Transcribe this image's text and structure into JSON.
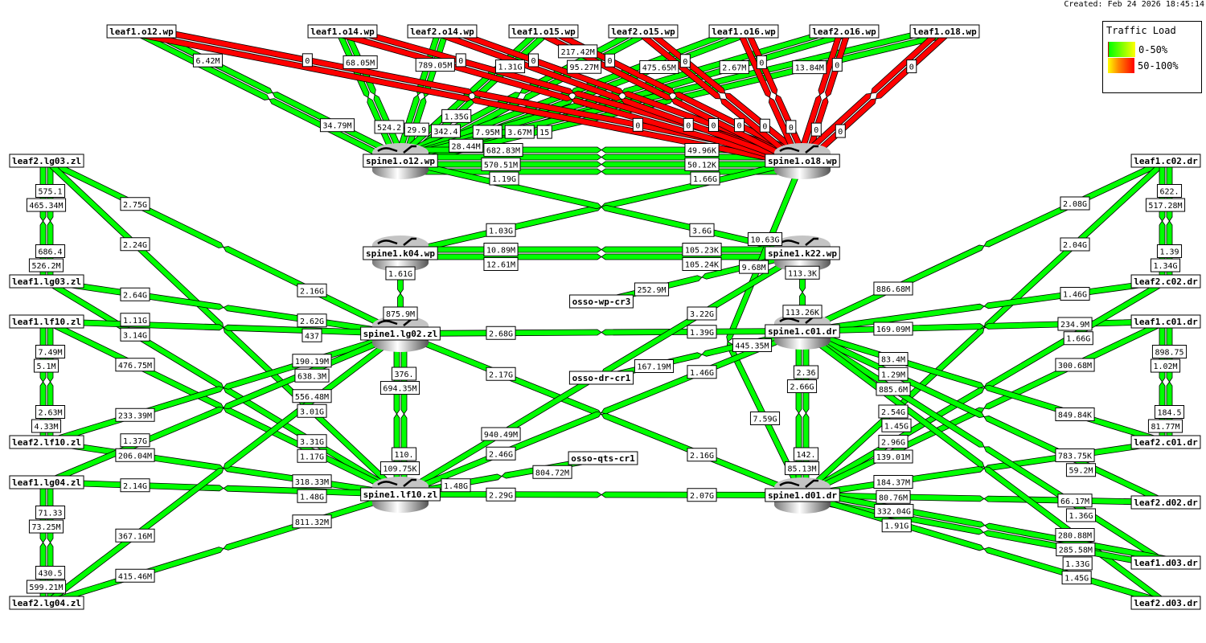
{
  "created": "Created: Feb 24 2026 18:45:14",
  "legend": {
    "title": "Traffic Load",
    "items": [
      {
        "label": "0-50%",
        "color": "#00ff00"
      },
      {
        "label": "50-100%",
        "color": "#ff0000"
      }
    ]
  },
  "colors": {
    "low": "#00ff00",
    "high": "#ff0000"
  },
  "nodes": [
    {
      "id": "leaf1.o12.wp",
      "kind": "box"
    },
    {
      "id": "leaf1.o14.wp",
      "kind": "box"
    },
    {
      "id": "leaf2.o14.wp",
      "kind": "box"
    },
    {
      "id": "leaf1.o15.wp",
      "kind": "box"
    },
    {
      "id": "leaf2.o15.wp",
      "kind": "box"
    },
    {
      "id": "leaf1.o16.wp",
      "kind": "box"
    },
    {
      "id": "leaf2.o16.wp",
      "kind": "box"
    },
    {
      "id": "leaf1.o18.wp",
      "kind": "box"
    },
    {
      "id": "spine1.o12.wp",
      "kind": "router"
    },
    {
      "id": "spine1.o18.wp",
      "kind": "router"
    },
    {
      "id": "spine1.k04.wp",
      "kind": "router"
    },
    {
      "id": "spine1.k22.wp",
      "kind": "router"
    },
    {
      "id": "spine1.lg02.zl",
      "kind": "router"
    },
    {
      "id": "spine1.c01.dr",
      "kind": "router"
    },
    {
      "id": "spine1.lf10.zl",
      "kind": "router"
    },
    {
      "id": "spine1.d01.dr",
      "kind": "router"
    },
    {
      "id": "leaf2.lg03.zl",
      "kind": "box"
    },
    {
      "id": "leaf1.lg03.zl",
      "kind": "box"
    },
    {
      "id": "leaf1.lf10.zl",
      "kind": "box"
    },
    {
      "id": "leaf2.lf10.zl",
      "kind": "box"
    },
    {
      "id": "leaf1.lg04.zl",
      "kind": "box"
    },
    {
      "id": "leaf2.lg04.zl",
      "kind": "box"
    },
    {
      "id": "leaf1.c02.dr",
      "kind": "box"
    },
    {
      "id": "leaf2.c02.dr",
      "kind": "box"
    },
    {
      "id": "leaf1.c01.dr",
      "kind": "box"
    },
    {
      "id": "leaf2.c01.dr",
      "kind": "box"
    },
    {
      "id": "leaf2.d02.dr",
      "kind": "box"
    },
    {
      "id": "leaf1.d03.dr",
      "kind": "box"
    },
    {
      "id": "leaf2.d03.dr",
      "kind": "box"
    },
    {
      "id": "osso-wp-cr3",
      "kind": "box"
    },
    {
      "id": "osso-dr-cr1",
      "kind": "box"
    },
    {
      "id": "osso-qts-cr1",
      "kind": "box"
    }
  ],
  "links": [
    {
      "from": "leaf1.o12.wp",
      "to": "spine1.o12.wp",
      "load": "low",
      "labels": [
        "6.42M",
        "34.79M"
      ]
    },
    {
      "from": "leaf1.o12.wp",
      "to": "spine1.o12.wp",
      "load": "low",
      "labels": [
        null,
        null
      ]
    },
    {
      "from": "leaf1.o14.wp",
      "to": "spine1.o12.wp",
      "load": "low",
      "labels": [
        "68.05M",
        "524.2"
      ]
    },
    {
      "from": "leaf1.o14.wp",
      "to": "spine1.o12.wp",
      "load": "low",
      "labels": [
        null,
        null
      ]
    },
    {
      "from": "leaf2.o14.wp",
      "to": "spine1.o12.wp",
      "load": "low",
      "labels": [
        "789.05M",
        "29.9"
      ]
    },
    {
      "from": "leaf2.o14.wp",
      "to": "spine1.o12.wp",
      "load": "low",
      "labels": [
        null,
        null
      ]
    },
    {
      "from": "leaf1.o15.wp",
      "to": "spine1.o12.wp",
      "load": "low",
      "labels": [
        "1.31G",
        "342.4"
      ]
    },
    {
      "from": "leaf1.o15.wp",
      "to": "spine1.o12.wp",
      "load": "low",
      "labels": [
        null,
        null
      ]
    },
    {
      "from": "leaf2.o15.wp",
      "to": "spine1.o12.wp",
      "load": "low",
      "labels": [
        "95.27M",
        "28.44M"
      ]
    },
    {
      "from": "leaf2.o15.wp",
      "to": "spine1.o12.wp",
      "load": "low",
      "labels": [
        "217.42M",
        "1.35G"
      ]
    },
    {
      "from": "leaf1.o16.wp",
      "to": "spine1.o12.wp",
      "load": "low",
      "labels": [
        "475.65M",
        "7.95M"
      ]
    },
    {
      "from": "leaf1.o16.wp",
      "to": "spine1.o12.wp",
      "load": "low",
      "labels": [
        null,
        null
      ]
    },
    {
      "from": "leaf2.o16.wp",
      "to": "spine1.o12.wp",
      "load": "low",
      "labels": [
        "2.67M",
        "3.67M"
      ]
    },
    {
      "from": "leaf2.o16.wp",
      "to": "spine1.o12.wp",
      "load": "low",
      "labels": [
        null,
        null
      ]
    },
    {
      "from": "leaf1.o18.wp",
      "to": "spine1.o12.wp",
      "load": "low",
      "labels": [
        "13.84M",
        "15"
      ]
    },
    {
      "from": "leaf1.o18.wp",
      "to": "spine1.o12.wp",
      "load": "low",
      "labels": [
        null,
        null
      ]
    },
    {
      "from": "leaf1.o12.wp",
      "to": "spine1.o18.wp",
      "load": "high",
      "labels": [
        "0",
        "0"
      ]
    },
    {
      "from": "leaf1.o12.wp",
      "to": "spine1.o18.wp",
      "load": "high",
      "labels": [
        null,
        null
      ]
    },
    {
      "from": "leaf1.o14.wp",
      "to": "spine1.o18.wp",
      "load": "high",
      "labels": [
        "0",
        "0"
      ]
    },
    {
      "from": "leaf1.o14.wp",
      "to": "spine1.o18.wp",
      "load": "high",
      "labels": [
        null,
        null
      ]
    },
    {
      "from": "leaf2.o14.wp",
      "to": "spine1.o18.wp",
      "load": "high",
      "labels": [
        "0",
        "0"
      ]
    },
    {
      "from": "leaf2.o14.wp",
      "to": "spine1.o18.wp",
      "load": "high",
      "labels": [
        null,
        null
      ]
    },
    {
      "from": "leaf1.o15.wp",
      "to": "spine1.o18.wp",
      "load": "high",
      "labels": [
        "0",
        "0"
      ]
    },
    {
      "from": "leaf1.o15.wp",
      "to": "spine1.o18.wp",
      "load": "high",
      "labels": [
        null,
        null
      ]
    },
    {
      "from": "leaf2.o15.wp",
      "to": "spine1.o18.wp",
      "load": "high",
      "labels": [
        "0",
        "0"
      ]
    },
    {
      "from": "leaf2.o15.wp",
      "to": "spine1.o18.wp",
      "load": "high",
      "labels": [
        null,
        null
      ]
    },
    {
      "from": "leaf1.o16.wp",
      "to": "spine1.o18.wp",
      "load": "high",
      "labels": [
        "0",
        "0"
      ]
    },
    {
      "from": "leaf1.o16.wp",
      "to": "spine1.o18.wp",
      "load": "high",
      "labels": [
        null,
        null
      ]
    },
    {
      "from": "leaf2.o16.wp",
      "to": "spine1.o18.wp",
      "load": "high",
      "labels": [
        "0",
        "0"
      ]
    },
    {
      "from": "leaf2.o16.wp",
      "to": "spine1.o18.wp",
      "load": "high",
      "labels": [
        null,
        null
      ]
    },
    {
      "from": "leaf1.o18.wp",
      "to": "spine1.o18.wp",
      "load": "high",
      "labels": [
        "0",
        "0"
      ]
    },
    {
      "from": "leaf1.o18.wp",
      "to": "spine1.o18.wp",
      "load": "high",
      "labels": [
        null,
        null
      ]
    },
    {
      "from": "spine1.o12.wp",
      "to": "spine1.o18.wp",
      "load": "low",
      "labels": [
        "682.83M",
        "49.96K"
      ]
    },
    {
      "from": "spine1.o12.wp",
      "to": "spine1.o18.wp",
      "load": "low",
      "labels": [
        "570.51M",
        "50.12K"
      ]
    },
    {
      "from": "spine1.o12.wp",
      "to": "spine1.o18.wp",
      "load": "low",
      "labels": [
        "1.19G",
        "1.66G"
      ]
    },
    {
      "from": "spine1.o12.wp",
      "to": "spine1.o18.wp",
      "load": "low",
      "labels": [
        null,
        null
      ]
    },
    {
      "from": "spine1.k04.wp",
      "to": "spine1.o18.wp",
      "load": "low",
      "labels": [
        "1.03G",
        null
      ]
    },
    {
      "from": "spine1.o12.wp",
      "to": "spine1.k22.wp",
      "load": "low",
      "labels": [
        null,
        "3.6G"
      ]
    },
    {
      "from": "spine1.k04.wp",
      "to": "spine1.k22.wp",
      "load": "low",
      "labels": [
        "10.89M",
        "105.23K"
      ]
    },
    {
      "from": "spine1.k04.wp",
      "to": "spine1.k22.wp",
      "load": "low",
      "labels": [
        "12.61M",
        "105.24K"
      ]
    },
    {
      "from": "spine1.k04.wp",
      "to": "spine1.lg02.zl",
      "load": "low",
      "labels": [
        "1.61G",
        "875.9M"
      ]
    },
    {
      "from": "spine1.k22.wp",
      "to": "spine1.c01.dr",
      "load": "low",
      "labels": [
        "113.3K",
        "113.26K"
      ]
    },
    {
      "from": "spine1.o18.wp",
      "to": "spine1.d01.dr",
      "load": "low",
      "labels": [
        "10.63G",
        "7.59G"
      ]
    },
    {
      "from": "osso-wp-cr3",
      "to": "spine1.k22.wp",
      "load": "low",
      "labels": [
        "252.9M",
        "9.68M"
      ]
    },
    {
      "from": "spine1.lg02.zl",
      "to": "spine1.c01.dr",
      "load": "low",
      "labels": [
        "2.68G",
        "1.39G"
      ]
    },
    {
      "from": "spine1.lg02.zl",
      "to": "spine1.d01.dr",
      "load": "low",
      "labels": [
        "2.17G",
        "2.16G"
      ]
    },
    {
      "from": "spine1.lg02.zl",
      "to": "spine1.lf10.zl",
      "load": "low",
      "labels": [
        "376.",
        "110."
      ]
    },
    {
      "from": "spine1.lg02.zl",
      "to": "spine1.lf10.zl",
      "load": "low",
      "labels": [
        "694.35M",
        "109.75K"
      ]
    },
    {
      "from": "spine1.c01.dr",
      "to": "spine1.d01.dr",
      "load": "low",
      "labels": [
        "2.36",
        "142."
      ]
    },
    {
      "from": "spine1.c01.dr",
      "to": "spine1.d01.dr",
      "load": "low",
      "labels": [
        "2.66G",
        "85.13M"
      ]
    },
    {
      "from": "spine1.lf10.zl",
      "to": "spine1.d01.dr",
      "load": "low",
      "labels": [
        "2.29G",
        "2.07G"
      ]
    },
    {
      "from": "spine1.lf10.zl",
      "to": "spine1.k22.wp",
      "load": "low",
      "labels": [
        "940.49M",
        "3.22G"
      ]
    },
    {
      "from": "spine1.lf10.zl",
      "to": "spine1.c01.dr",
      "load": "low",
      "labels": [
        "2.46G",
        "1.46G"
      ]
    },
    {
      "from": "osso-dr-cr1",
      "to": "spine1.c01.dr",
      "load": "low",
      "labels": [
        "167.19M",
        "445.35M"
      ]
    },
    {
      "from": "spine1.lf10.zl",
      "to": "osso-qts-cr1",
      "load": "low",
      "labels": [
        "1.48G",
        "804.72M"
      ]
    },
    {
      "from": "leaf2.lg03.zl",
      "to": "leaf1.lg03.zl",
      "load": "low",
      "labels": [
        "575.1",
        "686.4"
      ]
    },
    {
      "from": "leaf2.lg03.zl",
      "to": "leaf1.lg03.zl",
      "load": "low",
      "labels": [
        "465.34M",
        "526.2M"
      ]
    },
    {
      "from": "leaf2.lg03.zl",
      "to": "spine1.lg02.zl",
      "load": "low",
      "labels": [
        "2.75G",
        "2.16G"
      ]
    },
    {
      "from": "leaf2.lg03.zl",
      "to": "spine1.lf10.zl",
      "load": "low",
      "labels": [
        "2.24G",
        "3.01G"
      ]
    },
    {
      "from": "leaf1.lg03.zl",
      "to": "spine1.lg02.zl",
      "load": "low",
      "labels": [
        "2.64G",
        "2.62G"
      ]
    },
    {
      "from": "leaf1.lg03.zl",
      "to": "spine1.lf10.zl",
      "load": "low",
      "labels": [
        "3.14G",
        "3.31G"
      ]
    },
    {
      "from": "leaf1.lf10.zl",
      "to": "spine1.lg02.zl",
      "load": "low",
      "labels": [
        "1.11G",
        "437"
      ]
    },
    {
      "from": "leaf1.lf10.zl",
      "to": "spine1.lf10.zl",
      "load": "low",
      "labels": [
        "476.75M",
        "1.17G"
      ]
    },
    {
      "from": "leaf1.lf10.zl",
      "to": "leaf2.lf10.zl",
      "load": "low",
      "labels": [
        "7.49M",
        "2.63M"
      ]
    },
    {
      "from": "leaf1.lf10.zl",
      "to": "leaf2.lf10.zl",
      "load": "low",
      "labels": [
        "5.1M",
        "4.33M"
      ]
    },
    {
      "from": "leaf2.lf10.zl",
      "to": "spine1.lg02.zl",
      "load": "low",
      "labels": [
        "233.39M",
        "190.19M"
      ]
    },
    {
      "from": "leaf2.lf10.zl",
      "to": "spine1.lf10.zl",
      "load": "low",
      "labels": [
        "206.04M",
        "318.33M"
      ]
    },
    {
      "from": "leaf1.lg04.zl",
      "to": "spine1.lg02.zl",
      "load": "low",
      "labels": [
        "1.37G",
        "638.3M"
      ]
    },
    {
      "from": "leaf1.lg04.zl",
      "to": "spine1.lf10.zl",
      "load": "low",
      "labels": [
        "2.14G",
        "1.48G"
      ]
    },
    {
      "from": "leaf1.lg04.zl",
      "to": "leaf2.lg04.zl",
      "load": "low",
      "labels": [
        "71.33",
        "430.5"
      ]
    },
    {
      "from": "leaf1.lg04.zl",
      "to": "leaf2.lg04.zl",
      "load": "low",
      "labels": [
        "73.25M",
        "599.21M"
      ]
    },
    {
      "from": "leaf2.lg04.zl",
      "to": "spine1.lg02.zl",
      "load": "low",
      "labels": [
        "367.16M",
        "556.48M"
      ]
    },
    {
      "from": "leaf2.lg04.zl",
      "to": "spine1.lf10.zl",
      "load": "low",
      "labels": [
        "415.46M",
        "811.32M"
      ]
    },
    {
      "from": "spine1.c01.dr",
      "to": "leaf1.c02.dr",
      "load": "low",
      "labels": [
        "886.68M",
        "2.08G"
      ]
    },
    {
      "from": "spine1.d01.dr",
      "to": "leaf1.c02.dr",
      "load": "low",
      "labels": [
        "2.54G",
        "2.04G"
      ]
    },
    {
      "from": "spine1.c01.dr",
      "to": "leaf2.c02.dr",
      "load": "low",
      "labels": [
        null,
        "1.46G"
      ]
    },
    {
      "from": "spine1.c01.dr",
      "to": "leaf1.c01.dr",
      "load": "low",
      "labels": [
        "169.09M",
        "234.9M"
      ]
    },
    {
      "from": "leaf1.c02.dr",
      "to": "leaf2.c02.dr",
      "load": "low",
      "labels": [
        "622.",
        "1.39"
      ]
    },
    {
      "from": "leaf1.c02.dr",
      "to": "leaf2.c02.dr",
      "load": "low",
      "labels": [
        "517.28M",
        "1.34G"
      ]
    },
    {
      "from": "spine1.d01.dr",
      "to": "leaf2.c02.dr",
      "load": "low",
      "labels": [
        "2.96G",
        "1.66G"
      ]
    },
    {
      "from": "spine1.d01.dr",
      "to": "leaf1.c01.dr",
      "load": "low",
      "labels": [
        "139.01M",
        "300.68M"
      ]
    },
    {
      "from": "spine1.c01.dr",
      "to": "leaf2.c01.dr",
      "load": "low",
      "labels": [
        "83.4M",
        "849.84K"
      ]
    },
    {
      "from": "leaf1.c01.dr",
      "to": "leaf2.c01.dr",
      "load": "low",
      "labels": [
        "898.75",
        "184.5"
      ]
    },
    {
      "from": "leaf1.c01.dr",
      "to": "leaf2.c01.dr",
      "load": "low",
      "labels": [
        "1.02M",
        "81.77M"
      ]
    },
    {
      "from": "spine1.d01.dr",
      "to": "leaf2.c01.dr",
      "load": "low",
      "labels": [
        "184.37M",
        "783.75K"
      ]
    },
    {
      "from": "spine1.d01.dr",
      "to": "leaf2.d02.dr",
      "load": "low",
      "labels": [
        "80.76M",
        "66.17M"
      ]
    },
    {
      "from": "spine1.c01.dr",
      "to": "leaf2.d02.dr",
      "load": "low",
      "labels": [
        "1.29M",
        "59.2M"
      ]
    },
    {
      "from": "spine1.c01.dr",
      "to": "leaf1.d03.dr",
      "load": "low",
      "labels": [
        "885.6M",
        "1.36G"
      ]
    },
    {
      "from": "spine1.c01.dr",
      "to": "leaf2.d03.dr",
      "load": "low",
      "labels": [
        "1.45G",
        "280.88M"
      ]
    },
    {
      "from": "spine1.d01.dr",
      "to": "leaf1.d03.dr",
      "load": "low",
      "labels": [
        "332.04G",
        "285.58M"
      ]
    },
    {
      "from": "spine1.d01.dr",
      "to": "leaf1.d03.dr",
      "load": "low",
      "labels": [
        null,
        "1.33G"
      ]
    },
    {
      "from": "spine1.d01.dr",
      "to": "leaf2.d03.dr",
      "load": "low",
      "labels": [
        "1.91G",
        "1.45G"
      ]
    }
  ]
}
